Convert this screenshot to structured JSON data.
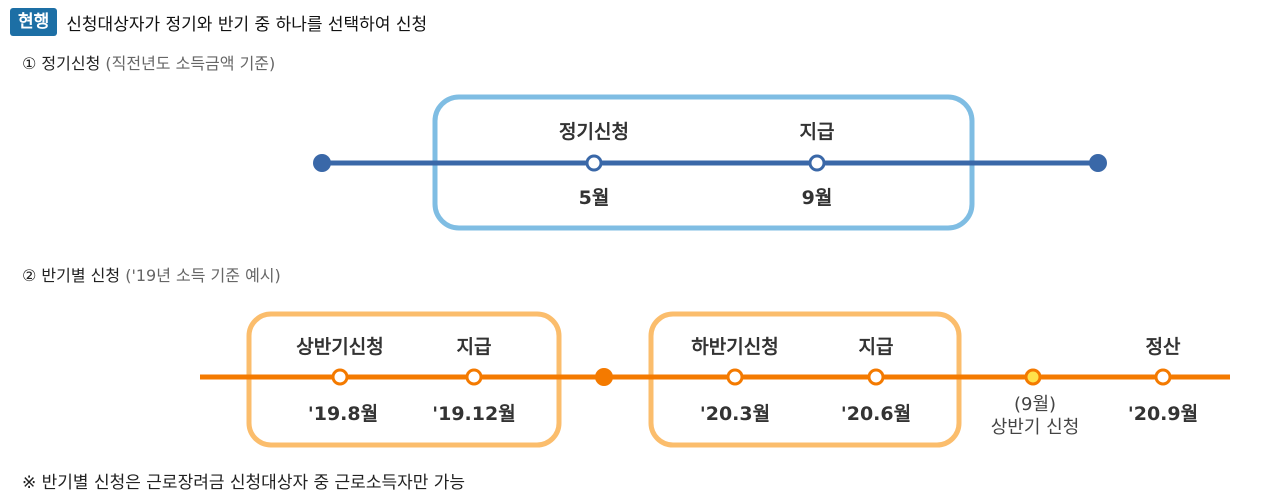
{
  "header": {
    "badge": "현행",
    "text": "신청대상자가 정기와 반기 중 하나를 선택하여 신청"
  },
  "section1": {
    "title": "① 정기신청",
    "subtitle": "(직전년도 소득금액 기준)",
    "line_color": "#3a68a8",
    "box_color": "#7fbde3",
    "events": [
      {
        "top": "정기신청",
        "bottom": "5월"
      },
      {
        "top": "지급",
        "bottom": "9월"
      }
    ]
  },
  "section2": {
    "title": "② 반기별 신청",
    "subtitle": "('19년 소득 기준 예시)",
    "line_color": "#f47a00",
    "box_color": "#fbbd6c",
    "events": [
      {
        "top": "상반기신청",
        "bottom": "'19.8월"
      },
      {
        "top": "지급",
        "bottom": "'19.12월"
      },
      {
        "top": "하반기신청",
        "bottom": "'20.3월"
      },
      {
        "top": "지급",
        "bottom": "'20.6월"
      },
      {
        "top": "",
        "bottom": "(9월)",
        "bottom2": "상반기 신청"
      },
      {
        "top": "정산",
        "bottom": "'20.9월"
      }
    ]
  },
  "note": "※ 반기별 신청은 근로장려금 신청대상자 중 근로소득자만 가능"
}
